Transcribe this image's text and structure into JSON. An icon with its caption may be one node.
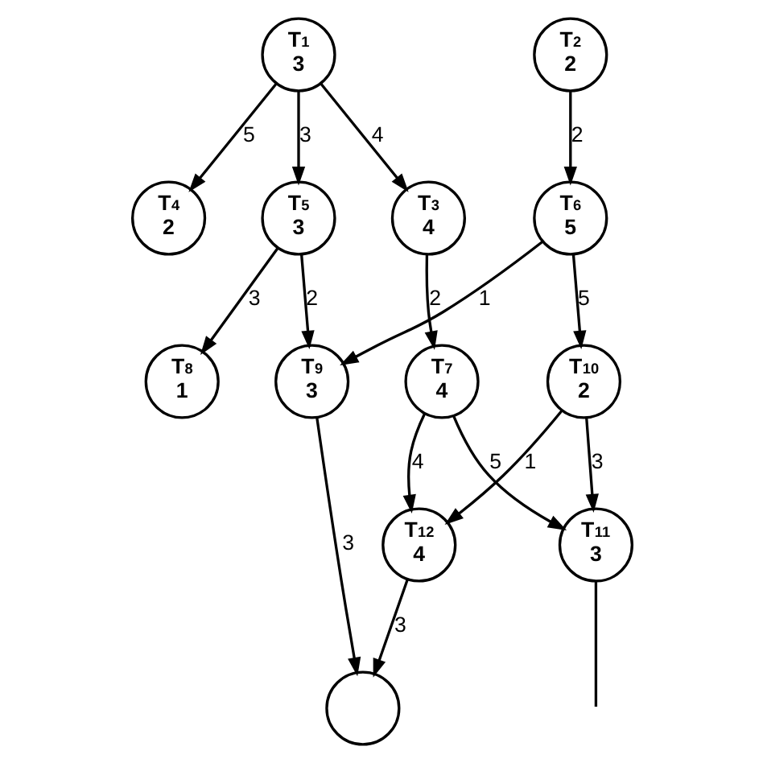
{
  "diagram": {
    "nodes": [
      {
        "text": [
          "T$_{1}$",
          "3"
        ]
      },
      {
        "text": [
          "T$_{2}$",
          "2"
        ]
      },
      {
        "text": [
          "T$_{3}$",
          "4"
        ]
      },
      {
        "text": [
          "T$_{4}$",
          "2"
        ]
      },
      {
        "text": [
          "T$_{5}$",
          "3"
        ]
      },
      {
        "text": [
          "T$_{6}$",
          "5"
        ]
      },
      {
        "text": [
          "T$_{7}$",
          "4"
        ]
      },
      {
        "text": [
          "T$_{8}$",
          "1"
        ]
      },
      {
        "text": [
          "T$_{9}$",
          "3"
        ]
      },
      {
        "text": [
          "T$_{10}$",
          "2"
        ]
      },
      {
        "text": [
          "T$_{11}$",
          "3"
        ]
      },
      {
        "text": [
          "T$_{12}$",
          "4"
        ]
      },
      {
        "text": [],
        "shape": "circle"
      }
    ],
    "edges": [
      {
        "from": 0,
        "to": 2,
        "arrow": "to",
        "label": "4"
      },
      {
        "from": 0,
        "to": 3,
        "arrow": "to",
        "label": "5"
      },
      {
        "from": 0,
        "to": 4,
        "arrow": "to",
        "label": "3"
      },
      {
        "from": 1,
        "to": 5,
        "arrow": "to",
        "label": "2"
      },
      {
        "from": 2,
        "to": 6,
        "arrow": "to",
        "label": "2"
      },
      {
        "from": 4,
        "to": 7,
        "arrow": "to",
        "label": "3"
      },
      {
        "from": 4,
        "to": 8,
        "arrow": "to",
        "label": "2"
      },
      {
        "from": 5,
        "to": 8,
        "arrow": "to",
        "label": "1"
      },
      {
        "from": 5,
        "to": 9,
        "arrow": "to",
        "label": "5"
      },
      {
        "from": 6,
        "to": 10,
        "arrow": "to",
        "label": "5"
      },
      {
        "from": 6,
        "to": 11,
        "arrow": "to",
        "label": "4"
      },
      {
        "from": 9,
        "to": 10,
        "arrow": "to",
        "label": "3"
      },
      {
        "from": 9,
        "to": 11,
        "arrow": "to",
        "label": "1"
      },
      {
        "from": 8,
        "to": 12,
        "arrow": "to",
        "label": "3"
      },
      {
        "from": 11,
        "to": 12,
        "arrow": "to",
        "label": "3"
      },
      {
        "from": 10,
        "to": null,
        "arrow": "none"
      }
    ]
  }
}
